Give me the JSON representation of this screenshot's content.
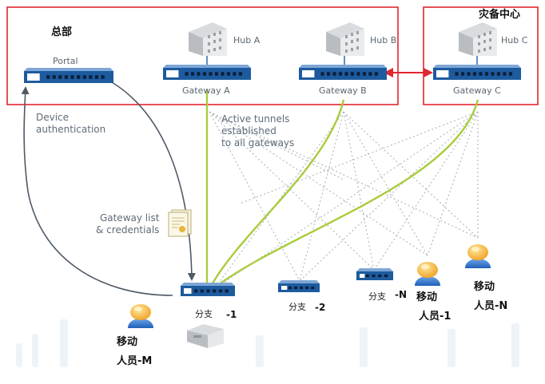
{
  "groups": {
    "headquarters": {
      "label": "总部"
    },
    "disaster_recovery": {
      "label": "灾备中心"
    }
  },
  "nodes": {
    "portal": {
      "label": "Portal"
    },
    "hub_a": {
      "label": "Hub A"
    },
    "hub_b": {
      "label": "Hub B"
    },
    "hub_c": {
      "label": "Hub C"
    },
    "gateway_a": {
      "label": "Gateway A"
    },
    "gateway_b": {
      "label": "Gateway B"
    },
    "gateway_c": {
      "label": "Gateway C"
    },
    "branch_1": {
      "label": "分支",
      "suffix": "-1"
    },
    "branch_2": {
      "label": "分支",
      "suffix": "-2"
    },
    "branch_n": {
      "label": "分支",
      "suffix": "-N"
    },
    "mobile_1": {
      "line1": "移动",
      "line2": "人员-1"
    },
    "mobile_n": {
      "line1": "移动",
      "line2": "人员-N"
    },
    "mobile_m": {
      "line1": "移动",
      "line2": "人员-M"
    }
  },
  "annotations": {
    "device_auth": "Device\nauthentication",
    "active_tunnels": "Active tunnels\nestablished\nto all gateways",
    "gateway_list": "Gateway list\n& credentials"
  },
  "colors": {
    "group_border": "#e0262e",
    "appliance_body": "#1d5b9e",
    "tunnel_green": "#a8cc3c",
    "flow_dark": "#4e5a66",
    "dotted": "#b5b9bd",
    "ha_arrow": "#e0262e"
  }
}
